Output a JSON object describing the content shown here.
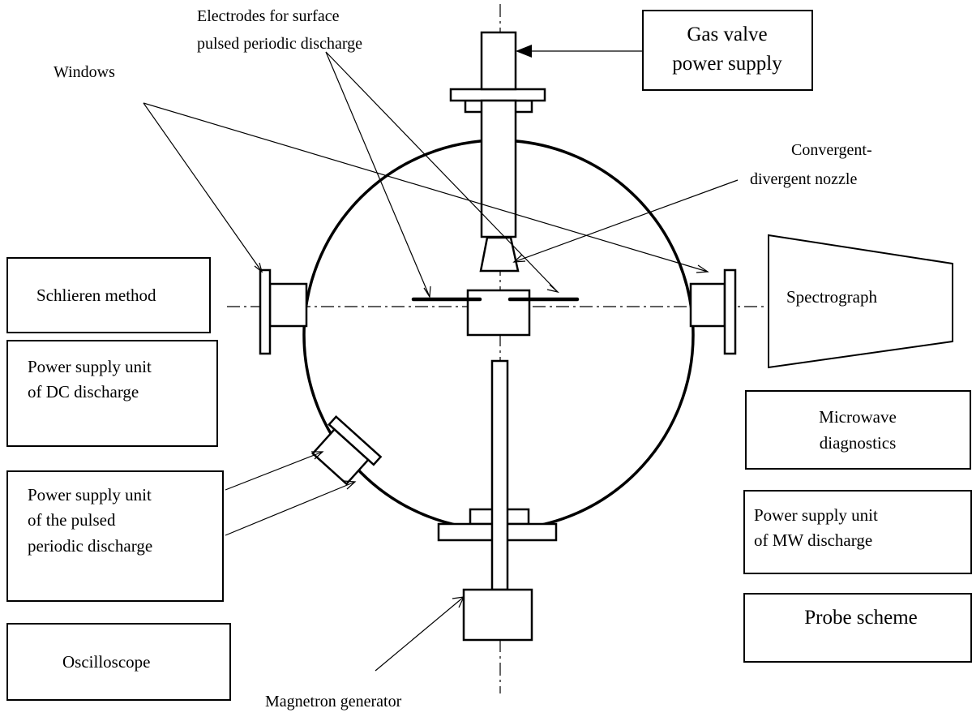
{
  "labels": {
    "electrodes": [
      "Electrodes for surface",
      "pulsed periodic discharge"
    ],
    "windows": "Windows",
    "nozzle": [
      "Convergent-",
      "divergent nozzle"
    ],
    "magnetron": "Magnetron generator"
  },
  "boxes": {
    "gas_valve": [
      "Gas valve",
      "power supply"
    ],
    "schlieren": "Schlieren method",
    "spectrograph": "Spectrograph",
    "dc_supply": [
      "Power supply unit",
      "of DC discharge"
    ],
    "microwave_diag": [
      "Microwave",
      "diagnostics"
    ],
    "pulsed_supply": [
      "Power supply unit",
      "of the pulsed",
      "periodic discharge"
    ],
    "mw_supply": [
      "Power supply unit",
      "of MW discharge"
    ],
    "probe": "Probe scheme",
    "oscilloscope": "Oscilloscope"
  }
}
